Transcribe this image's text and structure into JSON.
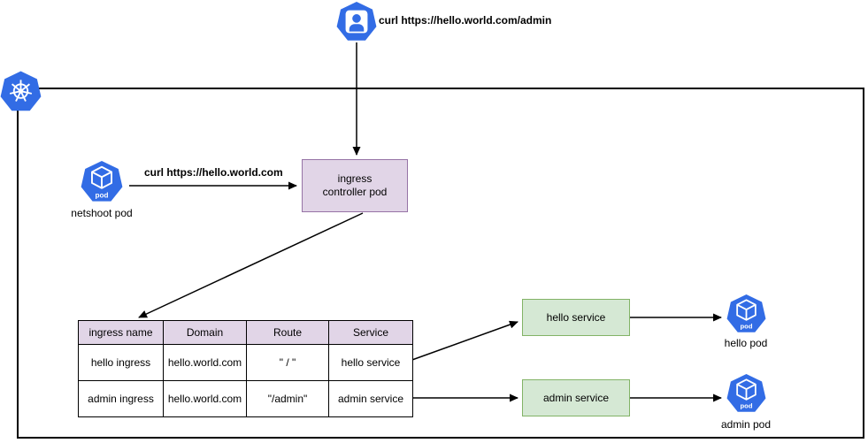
{
  "user": {
    "request_label": "curl https://hello.world.com/admin"
  },
  "netshoot": {
    "label": "netshoot pod",
    "request_label": "curl https://hello.world.com"
  },
  "ingress": {
    "label": "ingress controller pod"
  },
  "table": {
    "headers": [
      "ingress name",
      "Domain",
      "Route",
      "Service"
    ],
    "rows": [
      [
        "hello ingress",
        "hello.world.com",
        "\" / \"",
        "hello service"
      ],
      [
        "admin ingress",
        "hello.world.com",
        "\"/admin\"",
        "admin service"
      ]
    ]
  },
  "services": [
    {
      "label": "hello service"
    },
    {
      "label": "admin service"
    }
  ],
  "pods": [
    {
      "label": "hello pod"
    },
    {
      "label": "admin pod"
    }
  ],
  "icons": {
    "pod_badge": "pod",
    "kubernetes_logo": "kubernetes-logo",
    "user_icon": "user-icon"
  },
  "colors": {
    "kubernetes_blue": "#326CE5",
    "purple_fill": "#E1D5E7",
    "purple_border": "#9673A6",
    "green_fill": "#D5E8D4",
    "green_border": "#82B366",
    "line": "#000000"
  }
}
